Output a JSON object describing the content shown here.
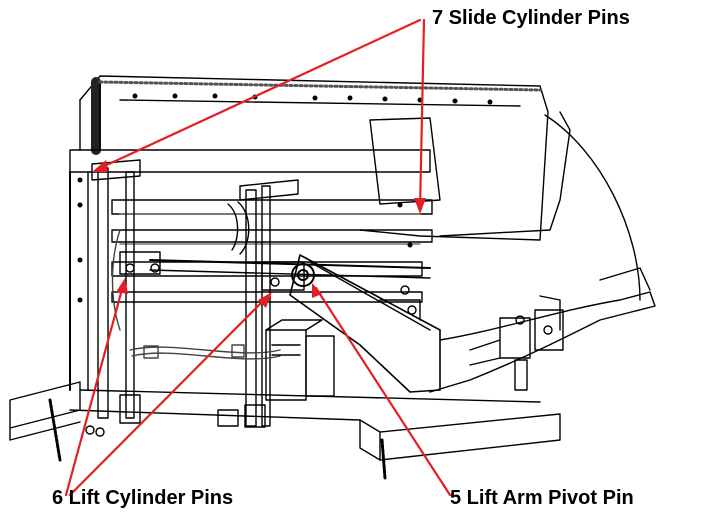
{
  "callouts": {
    "slide_cylinder_pins": "7 Slide Cylinder Pins",
    "lift_cylinder_pins": "6 Lift Cylinder Pins",
    "lift_arm_pivot_pin": "5 Lift Arm Pivot Pin"
  },
  "colors": {
    "leader_line": "#e31e24",
    "line_art": "#000000",
    "background": "#ffffff"
  }
}
